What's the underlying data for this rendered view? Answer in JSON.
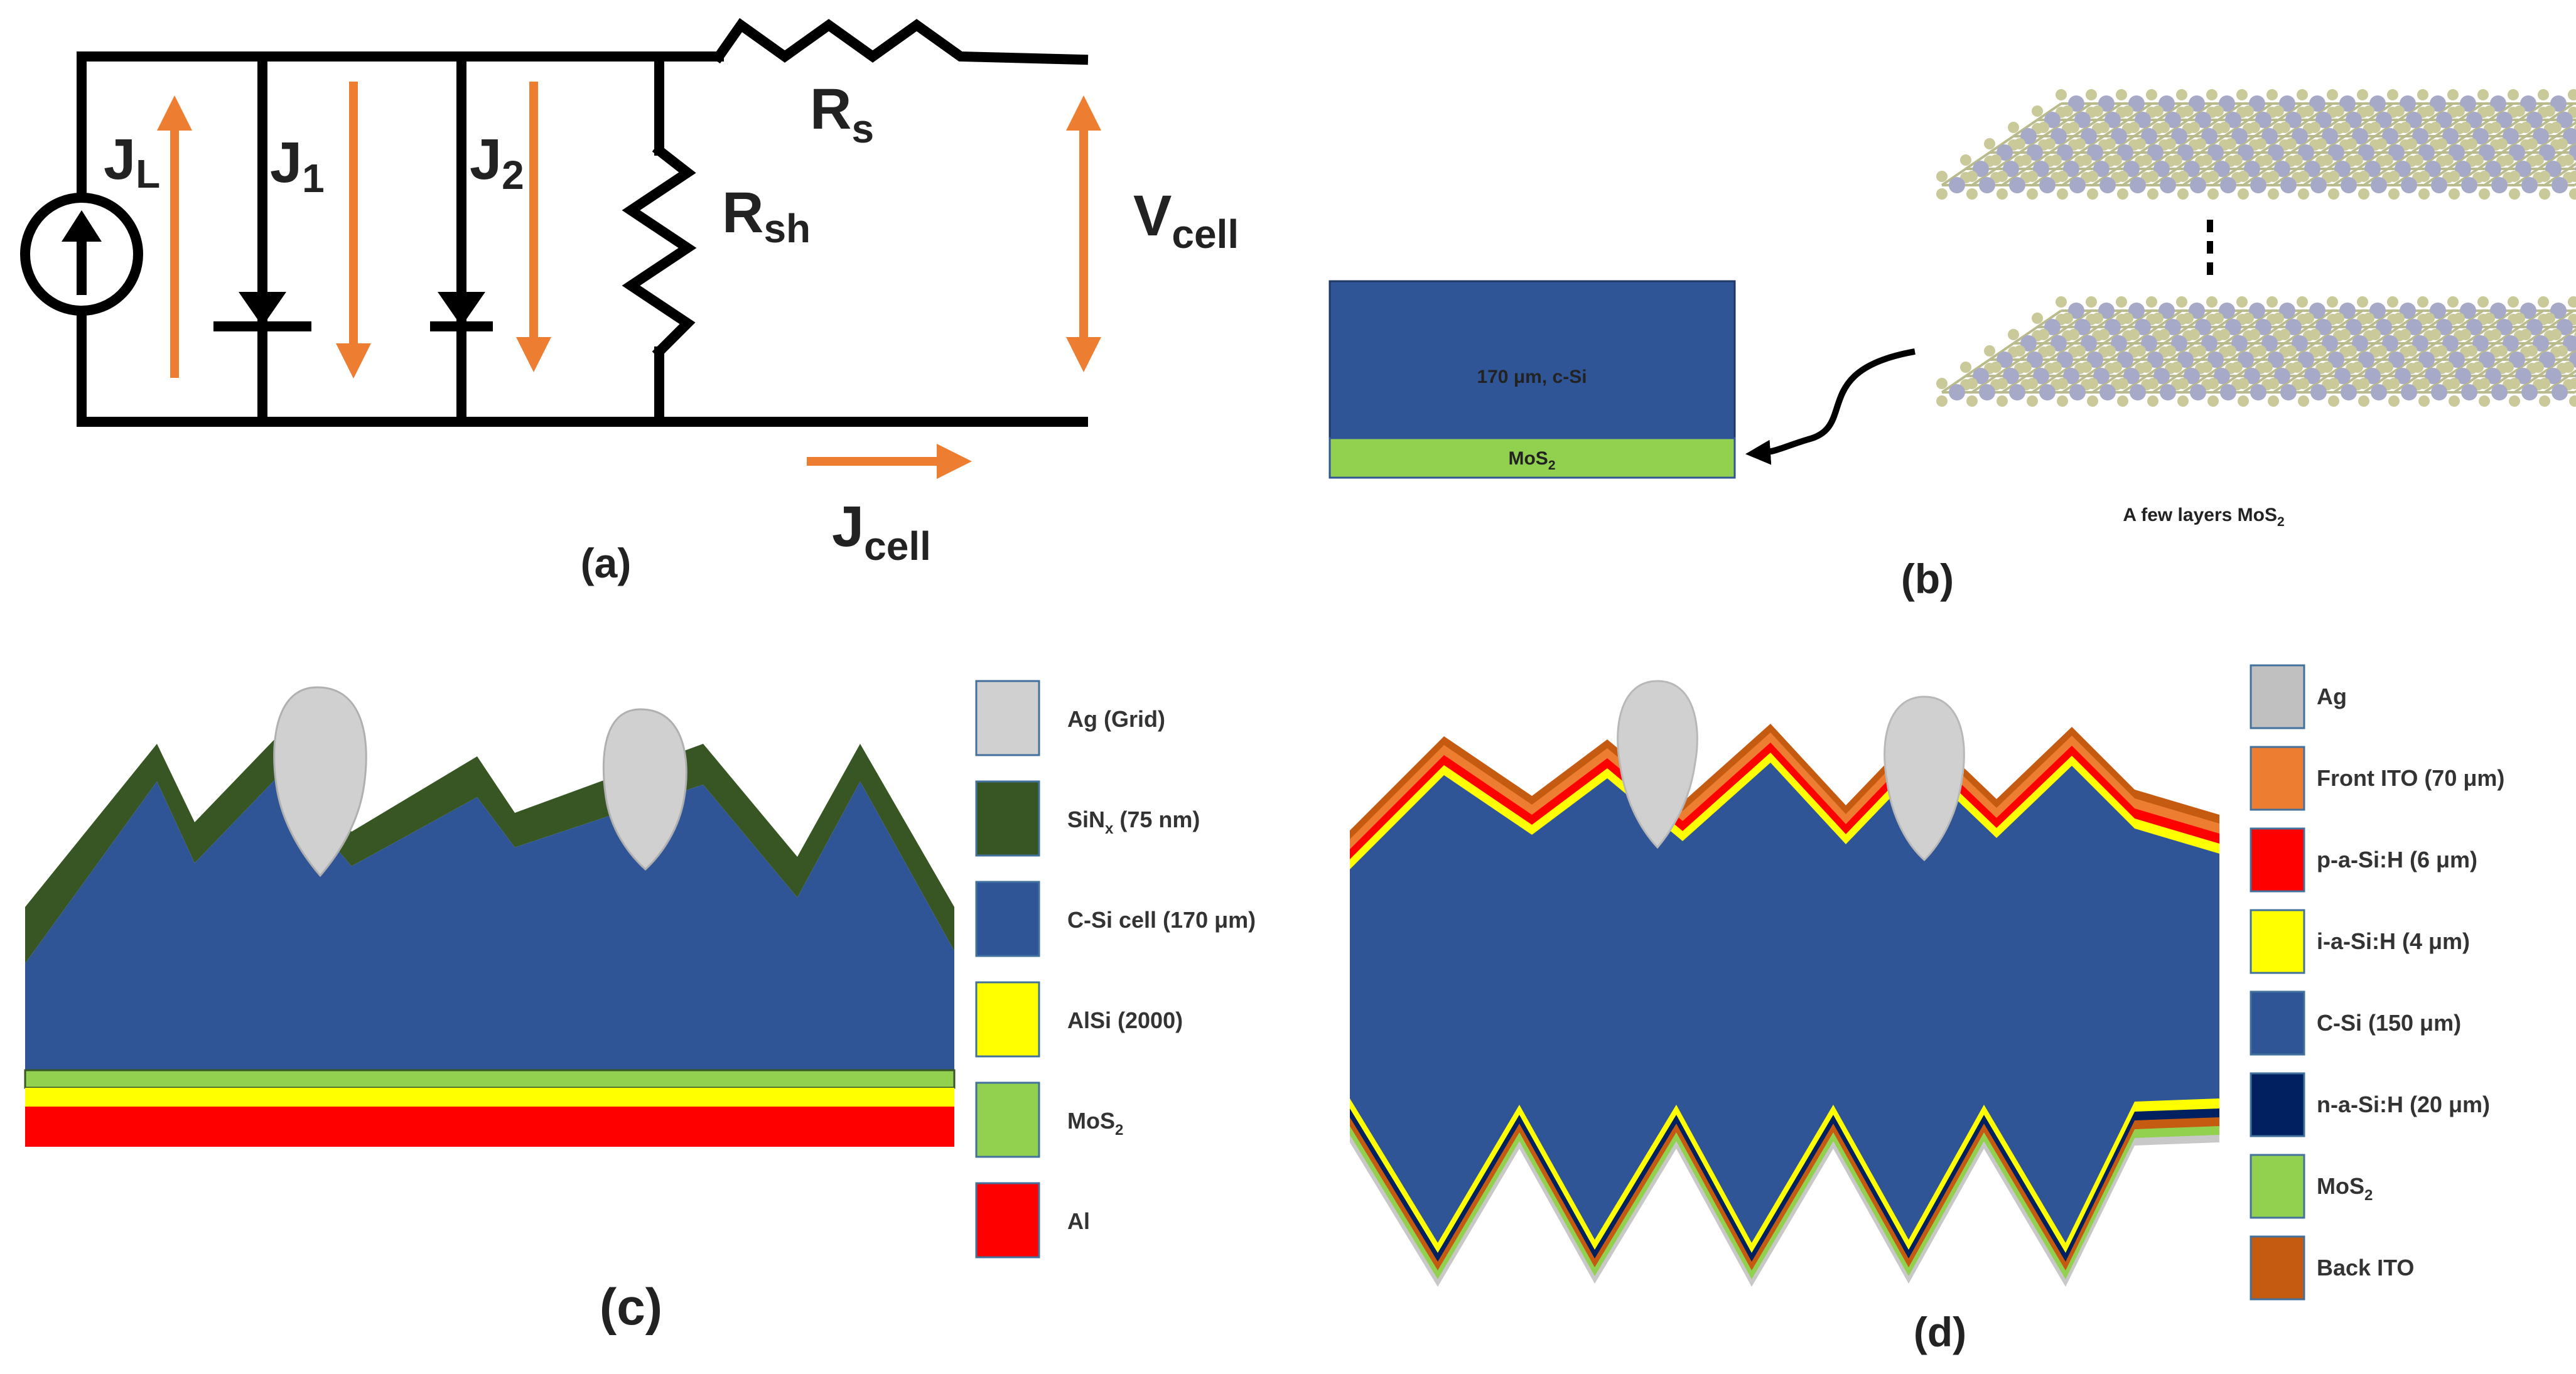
{
  "colors": {
    "wire": "#000000",
    "arrow": "#ED7D31",
    "csi": "#2F5597",
    "sinx": "#375623",
    "ag": "#D0D0D0",
    "alsi": "#FFFF00",
    "mos2": "#92D050",
    "al": "#FF0000",
    "front_ito": "#ED7D31",
    "back_ito": "#C55A11",
    "p_asih": "#FF0000",
    "i_asih": "#FFFF00",
    "n_asih": "#002060",
    "atom_s": "#C9C99A",
    "atom_mo": "#A7A9C9"
  },
  "panel_a": {
    "label": "(a)",
    "jl": {
      "main": "J",
      "sub": "L"
    },
    "j1": {
      "main": "J",
      "sub": "1"
    },
    "j2": {
      "main": "J",
      "sub": "2"
    },
    "rsh": {
      "main": "R",
      "sub": "sh"
    },
    "rs": {
      "main": "R",
      "sub": "s"
    },
    "vcell": {
      "main": "V",
      "sub": "cell"
    },
    "jcell": {
      "main": "J",
      "sub": "cell"
    }
  },
  "panel_b": {
    "label": "(b)",
    "block_top": "170 μm, c-Si",
    "block_bottom": {
      "main": "MoS",
      "sub": "2"
    },
    "caption": {
      "main": "A few layers MoS",
      "sub": "2"
    }
  },
  "panel_c": {
    "label": "(c)",
    "legend": [
      {
        "text": "Ag (Grid)",
        "sub": "",
        "rest": "",
        "color": "#D0D0D0"
      },
      {
        "text": "SiN",
        "sub": "x",
        "rest": " (75 nm)",
        "color": "#375623"
      },
      {
        "text": "C-Si  cell (170 μm)",
        "sub": "",
        "rest": "",
        "color": "#2F5597"
      },
      {
        "text": "AlSi (2000)",
        "sub": "",
        "rest": "",
        "color": "#FFFF00"
      },
      {
        "text": "MoS",
        "sub": "2",
        "rest": "",
        "color": "#92D050"
      },
      {
        "text": "Al",
        "sub": "",
        "rest": "",
        "color": "#FF0000"
      }
    ]
  },
  "panel_d": {
    "label": "(d)",
    "legend": [
      {
        "text": "Ag",
        "sub": "",
        "rest": "",
        "color": "#C0C0C0"
      },
      {
        "text": "Front ITO (70 μm)",
        "sub": "",
        "rest": "",
        "color": "#ED7D31"
      },
      {
        "text": "p-a-Si:H (6 μm)",
        "sub": "",
        "rest": "",
        "color": "#FF0000"
      },
      {
        "text": "i-a-Si:H (4 μm)",
        "sub": "",
        "rest": "",
        "color": "#FFFF00"
      },
      {
        "text": "C-Si (150 μm)",
        "sub": "",
        "rest": "",
        "color": "#2F5597"
      },
      {
        "text": "n-a-Si:H (20 μm)",
        "sub": "",
        "rest": "",
        "color": "#002060"
      },
      {
        "text": "MoS",
        "sub": "2",
        "rest": "",
        "color": "#92D050"
      },
      {
        "text": "Back ITO",
        "sub": "",
        "rest": "",
        "color": "#C55A11"
      }
    ]
  }
}
